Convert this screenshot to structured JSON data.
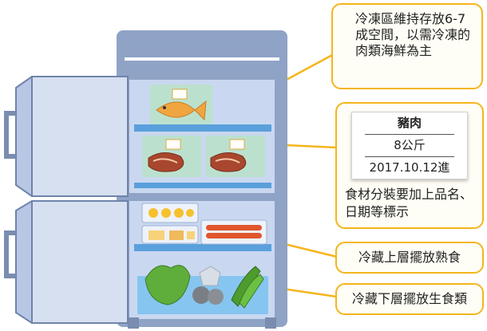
{
  "callouts": {
    "freezer_note": "冷凍區維持存放6-7成空間，以需冷凍的肉類海鮮為主",
    "label_example": {
      "name": "豬肉",
      "weight": "8公斤",
      "date": "2017.10.12進"
    },
    "label_note": "食材分裝要加上品名、日期等標示",
    "upper_fridge_note": "冷藏上層擺放熟食",
    "lower_fridge_note": "冷藏下層擺放生食類"
  },
  "colors": {
    "fridge_body": "#8fa3c6",
    "interior": "#c9d8f0",
    "shelf": "#5aa0dc",
    "callout_border": "#f5b51b",
    "crisper": "#7ec3ef"
  }
}
